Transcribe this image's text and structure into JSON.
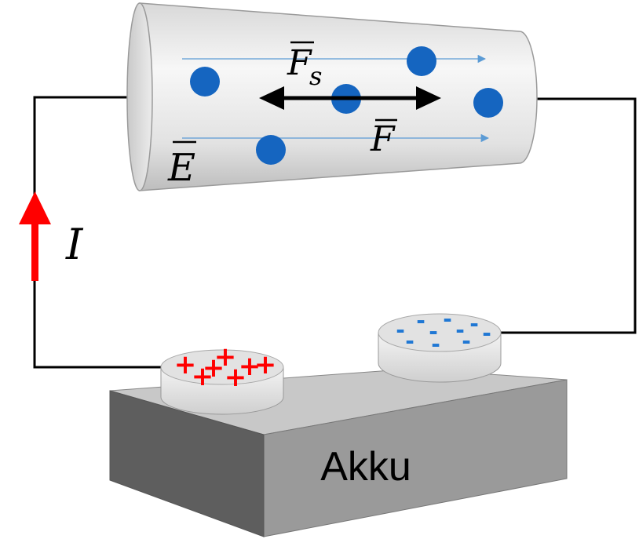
{
  "labels": {
    "field": "E",
    "force_spring": "F",
    "force_spring_subscript": "s",
    "force": "F",
    "current": "I",
    "battery": "Akku"
  },
  "colors": {
    "electron": "#1565c0",
    "field_line": "#5b9bd5",
    "current_arrow": "#ff0000",
    "positive_charge": "#ff0000",
    "negative_charge": "#1f77d4",
    "wire": "#000000",
    "conductor_body": "#e6e6e6",
    "battery_front": "#9a9a9a"
  },
  "positive_charges": [
    "+",
    "+",
    "+",
    "+",
    "+",
    "+",
    "+"
  ],
  "negative_charges": [
    "-",
    "-",
    "-",
    "-",
    "-",
    "-",
    "-",
    "-",
    "-",
    "-"
  ],
  "electrons": [
    1,
    2,
    3,
    4,
    5
  ],
  "icons": {
    "current_arrow": "up-arrow-icon",
    "force_arrow": "double-headed-arrow-icon"
  }
}
